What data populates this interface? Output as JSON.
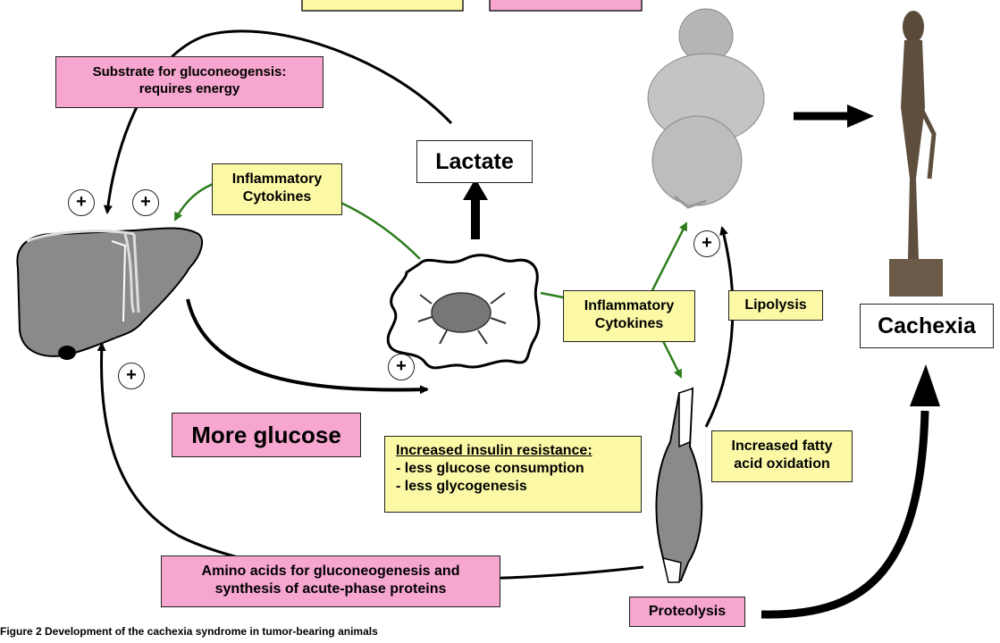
{
  "boxes": {
    "substrate": [
      "Substrate for gluconeogensis:",
      "requires energy"
    ],
    "cytokines_left": [
      "Inflammatory",
      "Cytokines"
    ],
    "cytokines_right": [
      "Inflammatory",
      "Cytokines"
    ],
    "lactate": "Lactate",
    "more_glucose": "More glucose",
    "lipolysis": "Lipolysis",
    "cachexia": "Cachexia",
    "insulin_title": "Increased insulin resistance:",
    "insulin_lines": [
      "- less glucose consumption",
      "- less glycogenesis"
    ],
    "fatty_acid": [
      "Increased fatty",
      "acid oxidation"
    ],
    "amino_acids": [
      "Amino acids for gluconeogenesis and",
      "synthesis of acute-phase proteins"
    ],
    "proteolysis": "Proteolysis"
  },
  "plus_sign": "+",
  "caption": {
    "bold": "Figure 2 Development of the cachexia syndrome in tumor-bearing animals",
    "rest": ""
  },
  "colors": {
    "pink": "#f6a6cf",
    "yellow": "#fbf9a6",
    "green_arrow": "#2e7d1e",
    "black_arrow": "#000000",
    "organ_gray": "#8a8a8a"
  }
}
